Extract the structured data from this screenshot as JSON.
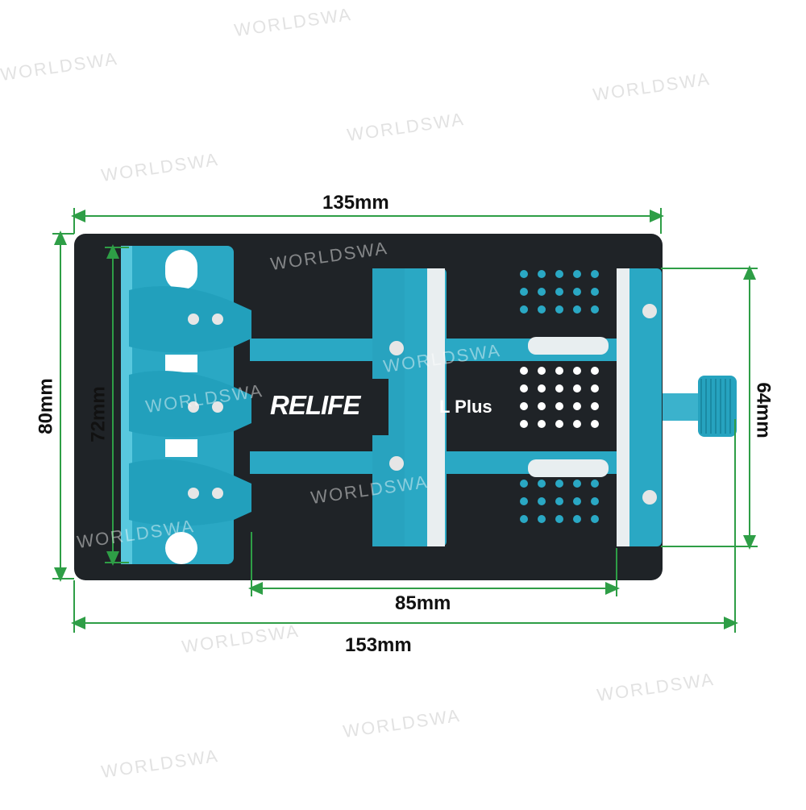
{
  "product": {
    "brand": "RELIFE",
    "model_partial": "L Plus"
  },
  "dimensions": {
    "top_width": "135mm",
    "bottom_width": "153mm",
    "inner_span": "85mm",
    "left_height": "80mm",
    "inner_left_height": "72mm",
    "right_height": "64mm"
  },
  "watermark": "WORLDSWA",
  "colors": {
    "plate": "#1f2327",
    "clamp": "#2aa8c4",
    "clamp_light": "#58c8de",
    "dimension_line": "#2e9e46",
    "background": "#ffffff"
  }
}
